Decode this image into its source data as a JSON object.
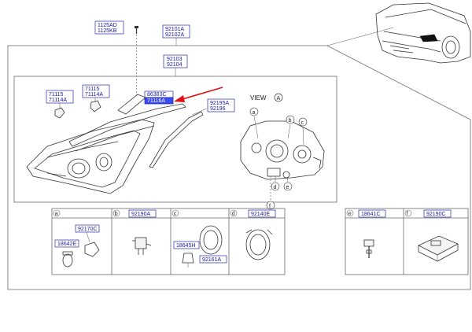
{
  "parts": {
    "p1125ad": [
      "1125AD",
      "1125KB"
    ],
    "p92101": [
      "92101A",
      "92102A"
    ],
    "p92103": [
      "92103",
      "92104"
    ],
    "p71115a": [
      "71115",
      "71114A"
    ],
    "p71115b": [
      "71115",
      "71114A"
    ],
    "p86383": [
      "86383C",
      "71116A"
    ],
    "p92195": [
      "92195A",
      "92196"
    ]
  },
  "view": {
    "label": "VIEW",
    "ref": "A"
  },
  "callouts": [
    "a",
    "b",
    "c",
    "d",
    "e",
    "f"
  ],
  "cells": [
    {
      "letter": "a",
      "codes": [
        "92170C",
        "18642E"
      ]
    },
    {
      "letter": "b",
      "codes": [
        "92190A"
      ]
    },
    {
      "letter": "c",
      "codes": [
        "18645H",
        "92161A"
      ]
    },
    {
      "letter": "d",
      "codes": [
        "92140E"
      ]
    },
    {
      "letter": "e",
      "codes": [
        "18641C"
      ]
    },
    {
      "letter": "f",
      "codes": [
        "92190C"
      ]
    }
  ],
  "colors": {
    "label_blue": "#1a1aa8",
    "highlight": "#3a4cf0",
    "arrow_red": "#e01010"
  },
  "icons": [
    "bolt-icon",
    "car-icon",
    "headlamp-icon",
    "bulb-icon",
    "socket-icon",
    "ballast-icon",
    "cap-icon"
  ]
}
